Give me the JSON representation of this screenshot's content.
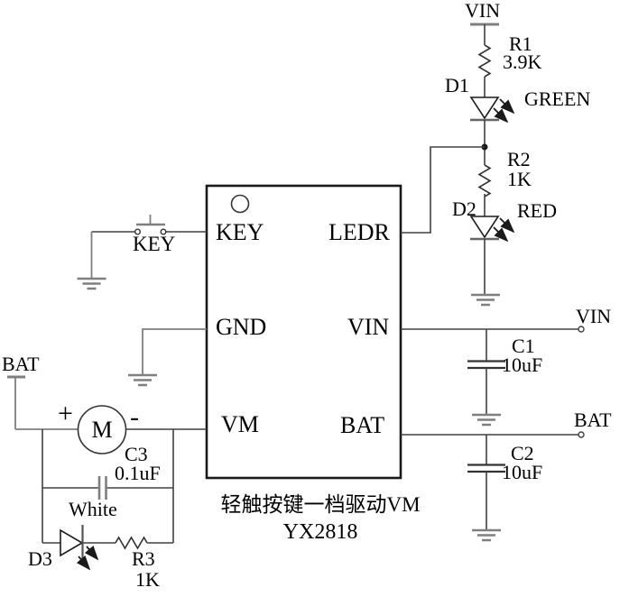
{
  "schematic": {
    "caption": {
      "line1": "轻触按键一档驱动VM",
      "line2": "YX2818"
    },
    "ic": {
      "pins": {
        "key": "KEY",
        "ledr": "LEDR",
        "gnd": "GND",
        "vin": "VIN",
        "vm": "VM",
        "bat": "BAT"
      }
    },
    "power": {
      "vin_top": "VIN",
      "bat_left": "BAT",
      "vin_right": "VIN",
      "bat_right": "BAT"
    },
    "components": {
      "r1": {
        "ref": "R1",
        "value": "3.9K"
      },
      "d1": {
        "ref": "D1",
        "color": "GREEN"
      },
      "r2": {
        "ref": "R2",
        "value": "1K"
      },
      "d2": {
        "ref": "D2",
        "color": "RED"
      },
      "key_switch": {
        "label": "KEY"
      },
      "motor": {
        "label": "M",
        "plus": "+",
        "minus": "-"
      },
      "c3": {
        "ref": "C3",
        "value": "0.1uF"
      },
      "d3": {
        "ref": "D3",
        "color": "White"
      },
      "r3": {
        "ref": "R3",
        "value": "1K"
      },
      "c1": {
        "ref": "C1",
        "value": "10uF"
      },
      "c2": {
        "ref": "C2",
        "value": "10uF"
      }
    },
    "colors": {
      "background": "#ffffff",
      "wire": "#404040",
      "outline": "#1a1a1a",
      "accent_gray": "#7f7f7f",
      "text": "#000000"
    }
  }
}
